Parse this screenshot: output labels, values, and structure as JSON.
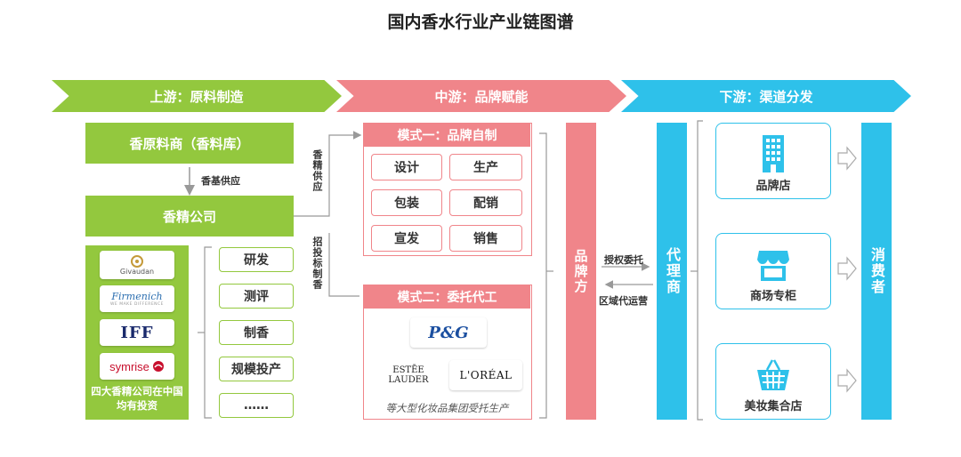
{
  "title": "国内香水行业产业链图谱",
  "stages": {
    "upstream": "上游：原料制造",
    "midstream": "中游：品牌赋能",
    "downstream": "下游：渠道分发"
  },
  "upstream": {
    "raw_supplier": "香原料商（香料库）",
    "supply_label": "香基供应",
    "flavor_company": "香精公司",
    "logos": [
      "Givaudan",
      "Firmenich",
      "IFF",
      "symrise"
    ],
    "firmenich_tagline": "WE MAKE DIFFERENCE",
    "panel_caption": "四大香精公司在中国均有投资",
    "capabilities": [
      "研发",
      "测评",
      "制香",
      "规模投产",
      "……"
    ],
    "essence_supply": "香精供应",
    "invest_label": "招投标制香"
  },
  "midstream": {
    "mode1_title": "模式一：品牌自制",
    "mode1_items": [
      "设计",
      "生产",
      "包装",
      "配销",
      "宣发",
      "销售"
    ],
    "mode2_title": "模式二：委托代工",
    "brands": [
      "P&G",
      "ESTĒE LAUDER",
      "L'ORÉAL"
    ],
    "mode2_caption": "等大型化妆品集团受托生产",
    "brand_side": "品牌方",
    "authorize": "授权委托",
    "regional": "区域代运营"
  },
  "downstream": {
    "agent": "代理商",
    "channels": [
      "品牌店",
      "商场专柜",
      "美妆集合店"
    ],
    "consumer": "消费者"
  },
  "colors": {
    "green": "#93c83e",
    "pink": "#f0858a",
    "blue": "#2ec1ea"
  }
}
